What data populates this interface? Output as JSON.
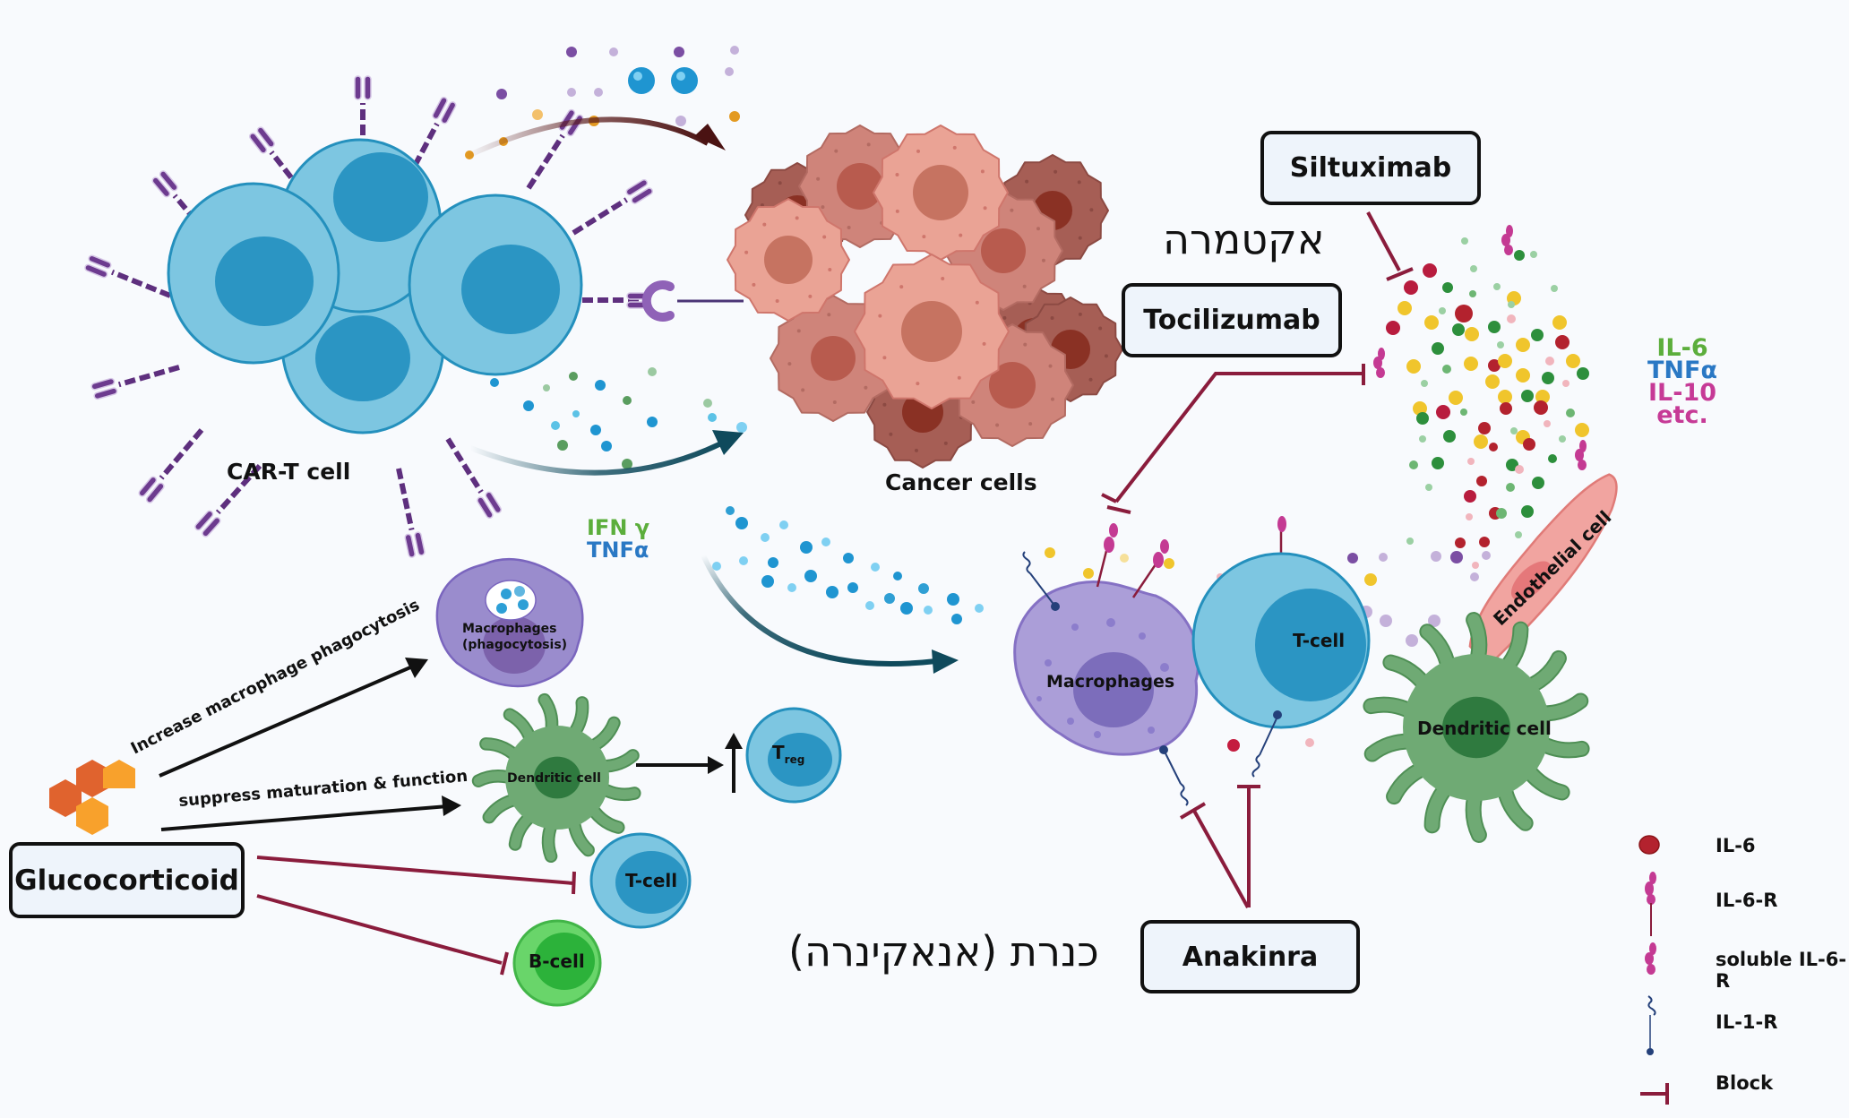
{
  "labels": {
    "car_t_cell": "CAR-T cell",
    "cancer_cells": "Cancer cells",
    "ifn_gamma": "IFN γ",
    "tnf_alpha_left": "TNFα",
    "macrophages_main": "Macrophages",
    "t_cell_main": "T-cell",
    "dendritic_cell_main": "Dendritic cell",
    "endothelial_cell": "Endothelial cell",
    "macrophages_phago_line1": "Macrophages",
    "macrophages_phago_line2": "(phagocytosis)",
    "dendritic_cell_small": "Dendritic cell",
    "treg_T": "T",
    "treg_sub": "reg",
    "t_cell_small": "T-cell",
    "b_cell": "B-cell",
    "arrow_increase_phago": "Increase  macrophage phagocytosis",
    "arrow_suppress": "suppress maturation & function"
  },
  "cytokines": {
    "items": [
      {
        "label": "IL-6",
        "color": "#5cae3c"
      },
      {
        "label": "TNFα",
        "color": "#2a78c4"
      },
      {
        "label": "IL-10",
        "color": "#c63a96"
      },
      {
        "label": "etc.",
        "color": "#c63a96"
      }
    ]
  },
  "drugs": {
    "siltuximab": "Siltuximab",
    "tocilizumab": "Tocilizumab",
    "anakinra": "Anakinra",
    "glucocorticoid": "Glucocorticoid"
  },
  "hebrew": {
    "actemra": "אקטמרה",
    "kineret": "כנרת (אנאקינרה)"
  },
  "legend": {
    "items": [
      {
        "icon": "il6-dot-icon",
        "label": "IL-6"
      },
      {
        "icon": "il6r-receptor-icon",
        "label": "IL-6-R"
      },
      {
        "icon": "soluble-il6r-icon",
        "label": "soluble IL-6-R"
      },
      {
        "icon": "il1r-receptor-icon",
        "label": "IL-1-R"
      },
      {
        "icon": "block-icon",
        "label": "Block"
      }
    ]
  },
  "colors": {
    "block": "#8a1c3c",
    "t_cell_outer": "#7dc6e1",
    "t_cell_inner": "#2b95c3",
    "macrophage": "#ab9ed8",
    "dendritic": "#6faa74",
    "cancer": "#e8a193",
    "il6": "#b3222e",
    "receptor_pink": "#c43a93",
    "il1r_blue": "#24407a"
  }
}
